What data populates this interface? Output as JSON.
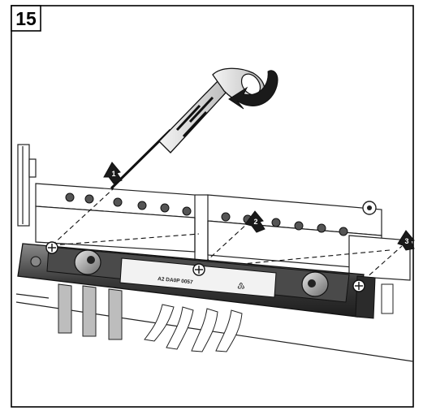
{
  "figure": {
    "step_number": "15",
    "sequence_markers": [
      "1",
      "2",
      "3"
    ],
    "label_text": "A2 DA0P 0057",
    "recycle_glyph": "♳",
    "icons": [
      "screwdriver-icon",
      "rotation-arrow-icon",
      "screw-icon",
      "recycle-icon",
      "ground-symbol-icon"
    ]
  }
}
